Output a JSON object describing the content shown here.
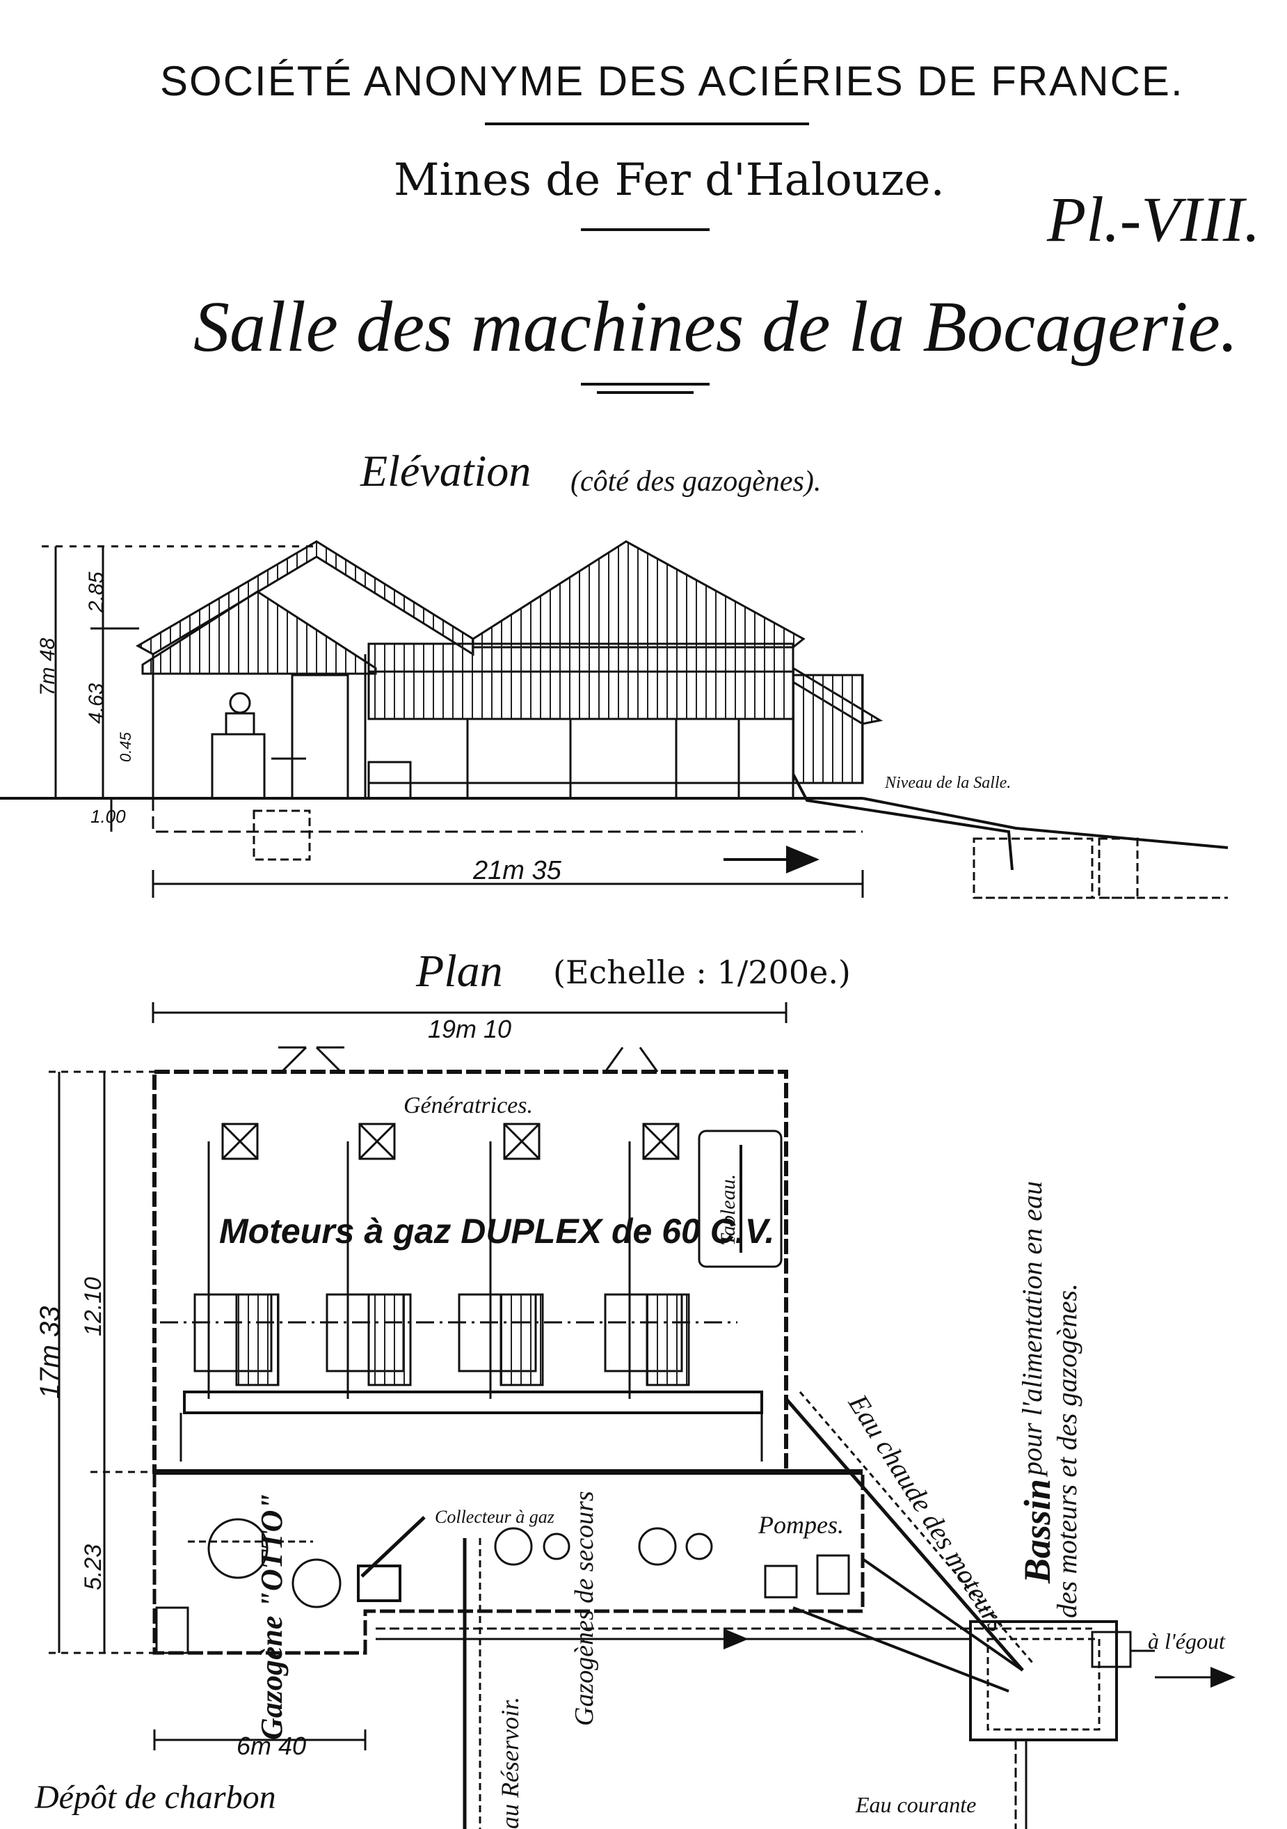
{
  "header": {
    "company": "SOCIÉTÉ ANONYME DES ACIÉRIES DE FRANCE.",
    "mines": "Mines de Fer d'Halouze.",
    "plate": "Pl.-VIII.",
    "title": "Salle des machines de la Bocagerie."
  },
  "elevation": {
    "title": "Elévation",
    "subtitle": "(côté des gazogènes).",
    "dim_total_height": "7m 48",
    "dim_roof": "2.85",
    "dim_wall": "4.63",
    "dim_small": "0.45",
    "dim_base": "1.00",
    "dim_length": "21m 35",
    "niveau_label": "Niveau de la Salle."
  },
  "plan": {
    "title": "Plan",
    "scale": "(Echelle : 1/200e.)",
    "dim_width": "19m 10",
    "dim_total": "17m 33",
    "dim_main": "12.10",
    "dim_lower": "5.23",
    "dim_gazogene_width": "6m 40",
    "generatrices": "Génératrices.",
    "moteurs": "Moteurs à gaz DUPLEX de 60 C.V.",
    "tableau": "Tableau.",
    "collecteur": "Collecteur à gaz",
    "pompes": "Pompes.",
    "eau_chaude": "Eau chaude des moteurs",
    "bassin_title": "Bassin",
    "bassin_text_1": "pour l'alimentation en eau",
    "bassin_text_2": "des moteurs et des gazogènes.",
    "egout": "à l'égout",
    "eau_courante": "Eau courante",
    "gazogene_otto": "Gazogène \"OTTO\"",
    "gazogenes_secours": "Gazogènes de secours",
    "reservoir": "au Réservoir.",
    "depot": "Dépôt de charbon"
  }
}
